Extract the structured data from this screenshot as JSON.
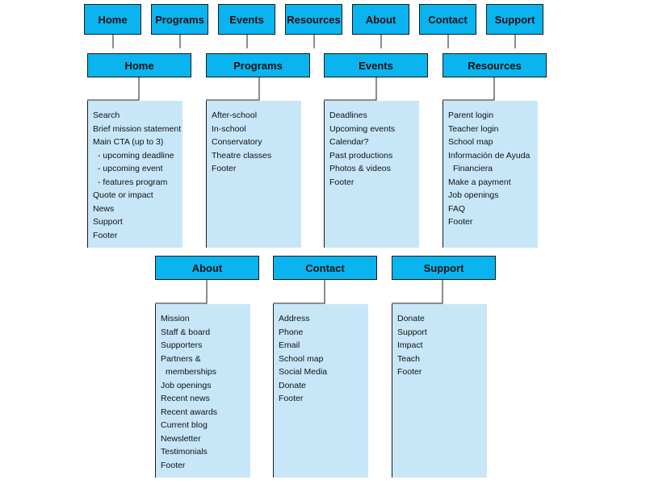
{
  "accent_color": "#0ab4ee",
  "list_bg_color": "#c7e7f9",
  "nav": [
    {
      "label": "Home"
    },
    {
      "label": "Programs"
    },
    {
      "label": "Events"
    },
    {
      "label": "Resources"
    },
    {
      "label": "About"
    },
    {
      "label": "Contact"
    },
    {
      "label": "Support"
    }
  ],
  "pages": {
    "home": {
      "title": "Home",
      "items": [
        {
          "text": "Search"
        },
        {
          "text": "Brief mission statement"
        },
        {
          "text": "Main CTA (up to 3)"
        },
        {
          "text": "- upcoming deadline"
        },
        {
          "text": "- upcoming event"
        },
        {
          "text": "- features program"
        },
        {
          "text": "Quote or impact"
        },
        {
          "text": "News"
        },
        {
          "text": "Support"
        },
        {
          "text": "Footer"
        }
      ]
    },
    "programs": {
      "title": "Programs",
      "items": [
        {
          "text": "After-school"
        },
        {
          "text": "In-school"
        },
        {
          "text": "Conservatory"
        },
        {
          "text": "Theatre classes"
        },
        {
          "text": "Footer"
        }
      ]
    },
    "events": {
      "title": "Events",
      "items": [
        {
          "text": "Deadlines"
        },
        {
          "text": "Upcoming events"
        },
        {
          "text": "Calendar?"
        },
        {
          "text": "Past productions"
        },
        {
          "text": "Photos & videos"
        },
        {
          "text": "Footer"
        }
      ]
    },
    "resources": {
      "title": "Resources",
      "items": [
        {
          "text": "Parent login"
        },
        {
          "text": "Teacher login"
        },
        {
          "text": "School map"
        },
        {
          "text": "Información de Ayuda"
        },
        {
          "text": "Financiera"
        },
        {
          "text": "Make a payment"
        },
        {
          "text": "Job openings"
        },
        {
          "text": "FAQ"
        },
        {
          "text": "Footer"
        }
      ]
    },
    "about": {
      "title": "About",
      "items": [
        {
          "text": "Mission"
        },
        {
          "text": "Staff & board"
        },
        {
          "text": "Supporters"
        },
        {
          "text": "Partners &"
        },
        {
          "text": "memberships"
        },
        {
          "text": "Job openings"
        },
        {
          "text": "Recent news"
        },
        {
          "text": "Recent awards"
        },
        {
          "text": "Current blog"
        },
        {
          "text": "Newsletter"
        },
        {
          "text": "Testimonials"
        },
        {
          "text": "Footer"
        }
      ]
    },
    "contact": {
      "title": "Contact",
      "items": [
        {
          "text": "Address"
        },
        {
          "text": "Phone"
        },
        {
          "text": "Email"
        },
        {
          "text": "School map"
        },
        {
          "text": "Social Media"
        },
        {
          "text": "Donate"
        },
        {
          "text": "Footer"
        }
      ]
    },
    "support": {
      "title": "Support",
      "items": [
        {
          "text": "Donate"
        },
        {
          "text": "Support"
        },
        {
          "text": "Impact"
        },
        {
          "text": "Teach"
        },
        {
          "text": "Footer"
        }
      ]
    }
  }
}
